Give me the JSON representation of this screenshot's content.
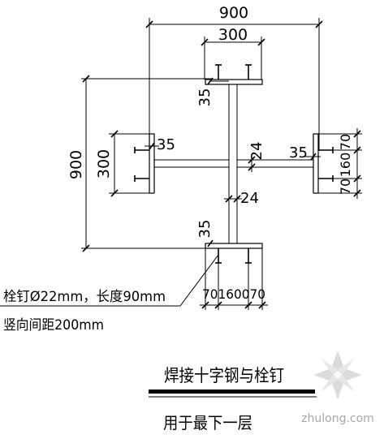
{
  "dimensions": {
    "overall_width": "900",
    "flange_width_top": "300",
    "overall_height": "900",
    "flange_height_left": "300",
    "weld_top": "35",
    "weld_left": "35",
    "weld_right": "35",
    "weld_bottom": "35",
    "web_thickness_horizontal": "24",
    "web_thickness_vertical": "24",
    "stud_spacing_right_top": "70",
    "stud_spacing_right_mid": "160",
    "stud_spacing_right_bottom": "70",
    "stud_spacing_bottom": "70160070"
  },
  "notes": {
    "stud_spec": "栓钉Ø22mm，长度90mm",
    "stud_pitch": "竖向间距200mm"
  },
  "title": {
    "main": "焊接十字钢与栓钉",
    "sub": "用于最下一层"
  },
  "watermark": {
    "text": "zhulong.com"
  }
}
